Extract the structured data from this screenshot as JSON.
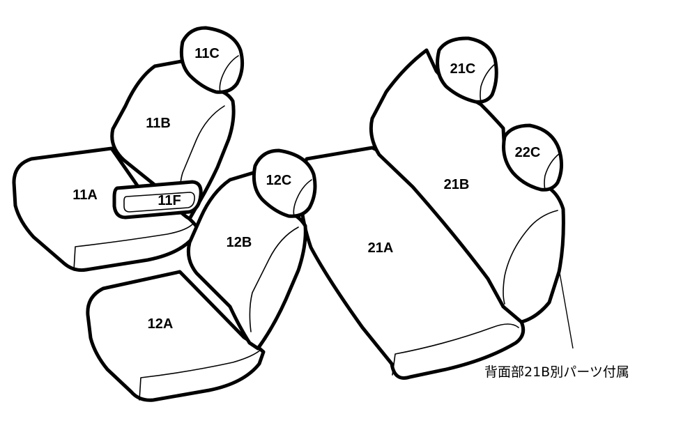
{
  "parts": {
    "p11A": "11A",
    "p11B": "11B",
    "p11C": "11C",
    "p11F": "11F",
    "p12A": "12A",
    "p12B": "12B",
    "p12C": "12C",
    "p21A": "21A",
    "p21B": "21B",
    "p21C": "21C",
    "p22C": "22C"
  },
  "note": "背面部21B別パーツ付属"
}
